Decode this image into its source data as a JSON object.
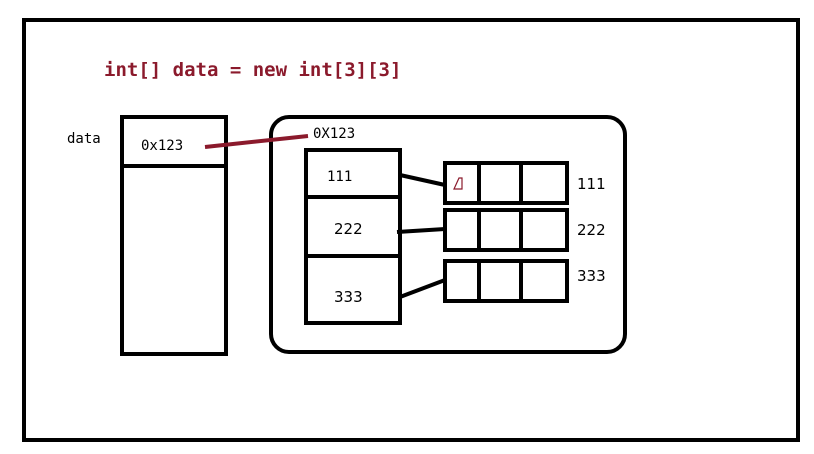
{
  "code_statement": "int[] data = new int[3][3]",
  "stack": {
    "variable_name": "data",
    "variable_value": "0x123"
  },
  "heap": {
    "outer_array_address": "0X123",
    "outer_array_values": [
      "111",
      "222",
      "333"
    ],
    "inner_array_labels": [
      "111",
      "222",
      "333"
    ],
    "inner_array_length": 3
  },
  "colors": {
    "code_text": "#8b1a2c",
    "pointer_line": "#8b1a2c",
    "stroke": "#000000"
  }
}
